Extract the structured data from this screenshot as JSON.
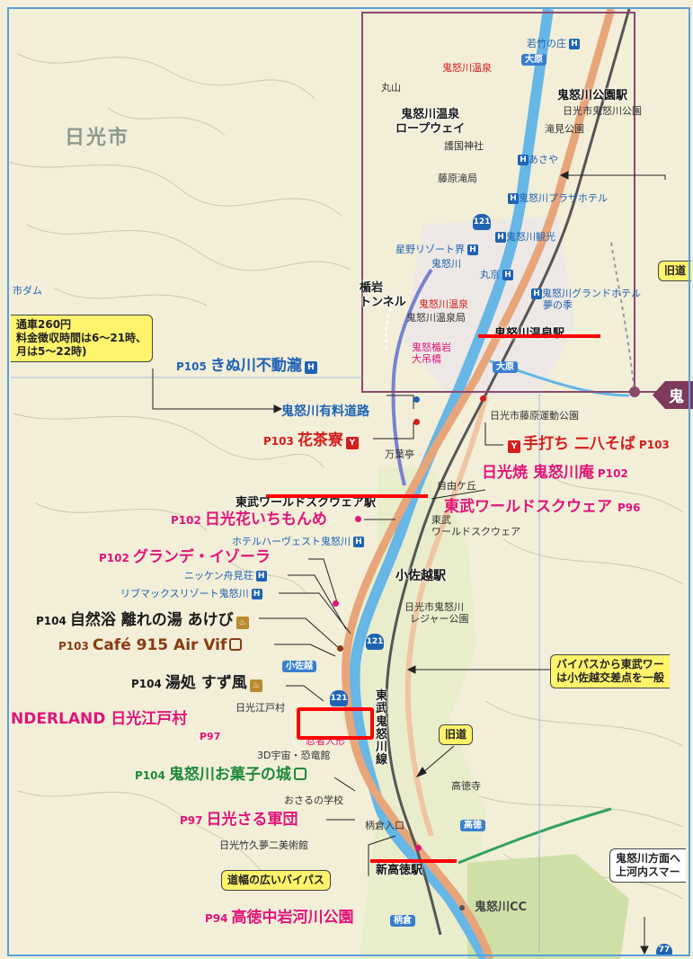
{
  "map": {
    "city_label": "日光市",
    "dam_label": "市ダム",
    "mountain": "丸山",
    "ropeway": [
      "鬼怒川温泉",
      "ロープウェイ"
    ],
    "onsen_area": "鬼怒川温泉",
    "onsen_top": "鬼怒川温泉",
    "tunnel": [
      "楯岩",
      "トンネル"
    ],
    "shrine": "護国神社",
    "post_office": "藤原滝局",
    "post_office2": "鬼怒川温泉局",
    "bridge": [
      "鬼怒楯岩",
      "大吊橋"
    ],
    "park_small": "滝見公園",
    "city_park": "日光市鬼怒川公園",
    "undokoen": "日光市藤原運動公園",
    "jiyugaoka": "自由ケ丘",
    "leisure_park": [
      "日光市鬼怒川",
      "レジャー公園"
    ],
    "temple": "高徳寺",
    "golf": "鬼怒川CC",
    "school": "おさるの学校",
    "museum": "日光竹久夢二美術館",
    "edomura": "日光江戸村",
    "3d": "3D宇宙・恐竜館",
    "ninja": "忍者人形",
    "manyo": "万葉亭",
    "takanori_iriguchi": "柄倉入口",
    "tobu_line": [
      "東",
      "武",
      "鬼",
      "怒",
      "川",
      "線"
    ],
    "tag": "鬼",
    "road_121": "121",
    "road_77": "77"
  },
  "stations": {
    "kinugawa_koen": "鬼怒川公園駅",
    "kinugawa_onsen": "鬼怒川温泉駅",
    "tobu_world_square": "東武ワールドスクウェア駅",
    "kosagoe": "小佐越駅",
    "shin_takatoku": "新高徳駅"
  },
  "bus_stops": {
    "bus1": "大原",
    "bus2": "小佐越",
    "bus3": "高徳",
    "bus4": "柄倉",
    "bus5": "大原"
  },
  "hotels": {
    "h1": "若竹の庄",
    "h2": "あさや",
    "h3": "鬼怒川プラザホテル",
    "h4": "鬼怒川観光",
    "h5": "星野リゾート界",
    "h5b": "鬼怒川",
    "h6": "丸京",
    "h7": [
      "鬼怒川グランドホテル",
      "夢の季"
    ],
    "h8": "ホテルハーヴェスト鬼怒川",
    "h9": "ニッケン舟見荘",
    "h10": "リブマックスリゾート鬼怒川",
    "h11": "東武",
    "h11b": "ワールドスクウェア"
  },
  "pois": [
    {
      "page": "P105",
      "name": "きぬ川不動瀧",
      "color": "blue"
    },
    {
      "page": "",
      "name": "鬼怒川有料道路",
      "color": "blue"
    },
    {
      "page": "P103",
      "name": "花茶寮",
      "color": "red"
    },
    {
      "page": "P103",
      "name": "手打ち 二八そば",
      "color": "red"
    },
    {
      "page": "P102",
      "name": "日光焼 鬼怒川庵",
      "color": "pink"
    },
    {
      "page": "P96",
      "name": "東武ワールドスクウェア",
      "color": "pink"
    },
    {
      "page": "P102",
      "name": "日光花いちもんめ",
      "color": "pink"
    },
    {
      "page": "P102",
      "name": "グランデ・イゾーラ",
      "color": "pink"
    },
    {
      "page": "P104",
      "name": "自然浴 離れの湯 あけび",
      "color": "black"
    },
    {
      "page": "P103",
      "name": "Café 915 Air Vif",
      "color": "brown"
    },
    {
      "page": "P104",
      "name": "湯処 すず風",
      "color": "black"
    },
    {
      "page": "P97",
      "name": "NDERLAND 日光江戸村",
      "color": "pink"
    },
    {
      "page": "P104",
      "name": "鬼怒川お菓子の城",
      "color": "green"
    },
    {
      "page": "P97",
      "name": "日光さる軍団",
      "color": "pink"
    },
    {
      "page": "P94",
      "name": "高徳中岩河川公園",
      "color": "pink"
    }
  ],
  "callouts": {
    "toll": [
      "通車260円",
      "料金徴収時間は6～21時、",
      "月は5～22時)"
    ],
    "old_road_top": "旧道",
    "old_road": "旧道",
    "bypass": [
      "バイパスから東武ワー",
      "は小佐越交差点を一般"
    ],
    "wide_bypass": "道幅の広いバイパス",
    "direction": [
      "鬼怒川方面へ",
      "上河内スマー"
    ]
  },
  "colors": {
    "road_main": "#e8a57a",
    "river": "#66b6e6",
    "railway": "#555555",
    "highlight": "#ff0000",
    "frame": "#8a4a6e"
  }
}
